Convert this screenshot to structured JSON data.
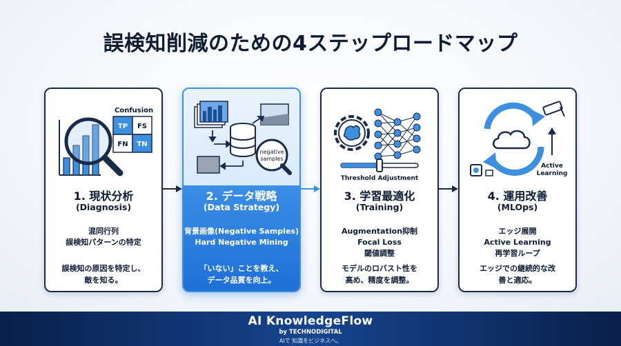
{
  "title": "誤検知削減のための4ステップロードマップ",
  "steps": [
    {
      "title": "1. 現状分析",
      "subtitle": "(Diagnosis)",
      "items": [
        "混同行列",
        "誤検知パターンの特定"
      ],
      "desc": [
        "誤検知の原因を特定し、",
        "敵を知る。"
      ],
      "illus": {
        "matrix_label": "Confusion",
        "cells": [
          "TP",
          "FS",
          "FN",
          "TN"
        ]
      }
    },
    {
      "title": "2. データ戦略",
      "subtitle": "(Data Strategy)",
      "items": [
        "背景画像(Negative Samples)",
        "Hard Negative Mining"
      ],
      "desc": [
        "「いない」ことを教え、",
        "データ品質を向上。"
      ],
      "illus": {
        "bubble_line1": "negative",
        "bubble_line2": "samples"
      }
    },
    {
      "title": "3. 学習最適化",
      "subtitle": "(Training)",
      "items": [
        "Augmentation抑制",
        "Focal Loss",
        "閾値調整"
      ],
      "desc": [
        "モデルのロバスト性を",
        "高め、精度を調整。"
      ],
      "illus": {
        "slider_label": "Threshold Adjustment"
      }
    },
    {
      "title": "4. 運用改善",
      "subtitle": "(MLOps)",
      "items": [
        "エッジ展開",
        "Active Learning",
        "再学習ループ"
      ],
      "desc": [
        "エッジでの継続的な改",
        "善と適応。"
      ],
      "illus": {
        "label_line1": "Active",
        "label_line2": "Learning"
      }
    }
  ],
  "footer": {
    "brand": "AI KnowledgeFlow",
    "by": "by TECHNODIGITAL",
    "tagline": "AIで 知識をビジネスへ。"
  },
  "colors": {
    "navy": "#0d1b33",
    "accent": "#1f6fd6",
    "light_blue": "#3d8fe0",
    "footer_bg": "#0a1f4a"
  }
}
